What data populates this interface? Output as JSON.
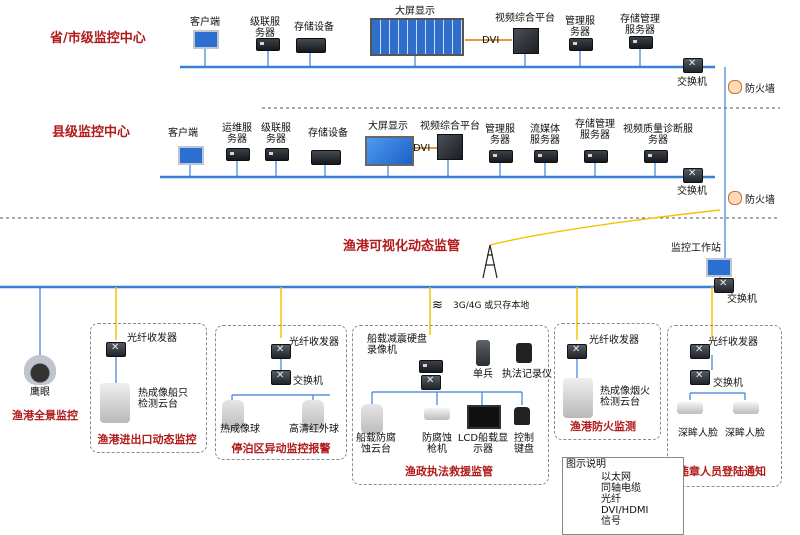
{
  "regions": {
    "province": "省/市级监控中心",
    "county": "县级监控中心",
    "harbor": "渔港可视化动态监管"
  },
  "province_devices": {
    "client": "客户端",
    "cascade": "级联服务器",
    "storage": "存储设备",
    "wall": "大屏显示",
    "video": "视频综合平台",
    "manage": "管理服务器",
    "storage_mgmt": "存储管理服务器",
    "dvi": "DVI",
    "switch": "交换机",
    "firewall": "防火墙"
  },
  "county_devices": {
    "client": "客户端",
    "ops": "运维服务器",
    "cascade": "级联服务器",
    "storage": "存储设备",
    "wall": "大屏显示",
    "video": "视频综合平台",
    "manage": "管理服务器",
    "stream": "流媒体服务器",
    "storage_mgmt": "存储管理服务器",
    "vqd": "视频质量诊断服务器",
    "dvi": "DVI",
    "switch": "交换机",
    "firewall": "防火墙"
  },
  "harbor_devices": {
    "workstation": "监控工作站",
    "switch": "交换机",
    "wireless": "3G/4G 或只存本地"
  },
  "sections": {
    "panorama": {
      "eagle": "鹰眼",
      "title": "渔港全景监控"
    },
    "entrance": {
      "transceiver": "光纤收发器",
      "camera": "热成像船只检测云台",
      "title": "渔港进出口动态监控"
    },
    "anchorage": {
      "transceiver": "光纤收发器",
      "switch": "交换机",
      "dome": "热成像球",
      "hd_ir": "高清红外球",
      "title": "停泊区异动监控报警"
    },
    "enforcement": {
      "nvr": "船载减震硬盘录像机",
      "single": "单兵",
      "recorder": "执法记录仪",
      "ptz": "船载防腐蚀云台",
      "gun": "防腐蚀枪机",
      "lcd": "LCD船载显示器",
      "keyboard": "控制键盘",
      "title": "渔政执法救援监管"
    },
    "fire": {
      "transceiver": "光纤收发器",
      "camera": "热成像烟火检测云台",
      "title": "渔港防火监测"
    },
    "face": {
      "transceiver": "光纤收发器",
      "switch": "交换机",
      "face1": "深眸人脸",
      "face2": "深眸人脸",
      "title": "违章人员登陆通知"
    }
  },
  "legend": {
    "title": "图示说明",
    "items": [
      "以太网",
      "同轴电缆",
      "光纤",
      "DVI/HDMI",
      "信号"
    ]
  },
  "colors": {
    "ethernet": "#3b7fd6",
    "fiber": "#f2c400",
    "dvi": "#e07800",
    "signal": "#6a2a9e",
    "region_title": "#b11a1a"
  }
}
